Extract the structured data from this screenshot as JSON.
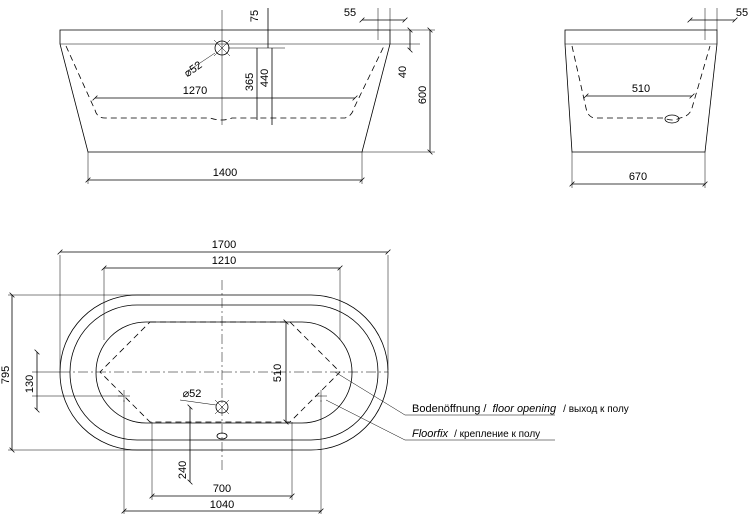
{
  "front_view": {
    "dims": {
      "top_offset": "75",
      "rim_gap": "55",
      "drain_dia": "⌀52",
      "drain_height": "365",
      "inner_height": "440",
      "rim_height": "40",
      "total_height": "600",
      "inner_length": "1270",
      "outer_length": "1400"
    }
  },
  "side_view": {
    "dims": {
      "rim_gap": "55",
      "inner_width": "510",
      "outer_width": "670"
    }
  },
  "plan_view": {
    "dims": {
      "total_length": "1700",
      "inner_length": "1210",
      "total_width": "795",
      "foot_spacing": "130",
      "inner_width": "510",
      "drain_dia": "⌀52",
      "drain_offset": "240",
      "foot_length_inner": "700",
      "foot_length_outer": "1040"
    },
    "labels": {
      "floor_opening_de": "Bodenöffnung /",
      "floor_opening_en": "floor opening",
      "floor_opening_ru": "/ выход к полу",
      "floorfix_de": "Floorfix",
      "floorfix_ru": "/ крепление к полу"
    }
  }
}
